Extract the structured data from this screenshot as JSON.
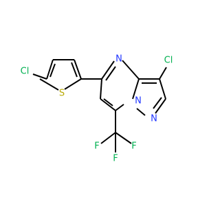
{
  "atoms": {
    "cl_thiophene": {
      "text": "Cl",
      "color": "#00b050"
    },
    "s_thiophene": {
      "text": "S",
      "color": "#b8a800"
    },
    "n_pyrimidine": {
      "text": "N",
      "color": "#1f35ff"
    },
    "cl_pyrazole": {
      "text": "Cl",
      "color": "#00b050"
    },
    "n_bridge": {
      "text": "N",
      "color": "#1f35ff"
    },
    "n_pyrazole": {
      "text": "N",
      "color": "#1f35ff"
    },
    "f_left": {
      "text": "F",
      "color": "#00b050"
    },
    "f_right": {
      "text": "F",
      "color": "#00b050"
    },
    "f_bottom": {
      "text": "F",
      "color": "#00b050"
    }
  }
}
